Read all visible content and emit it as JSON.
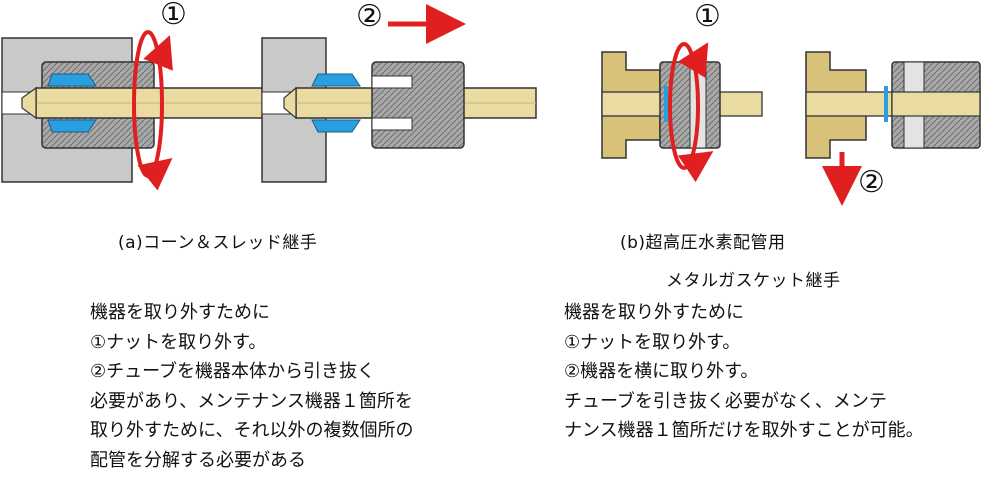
{
  "panels": {
    "a": {
      "caption": "(a)コーン＆スレッド継手",
      "step1_label": "①",
      "step2_label": "②",
      "description": [
        "機器を取り外すために",
        "①ナットを取り外す。",
        "②チューブを機器本体から引き抜く",
        "必要があり、メンテナンス機器１箇所を",
        "取り外すために、それ以外の複数個所の",
        "配管を分解する必要がある"
      ]
    },
    "b": {
      "caption_line1": "(b)超高圧水素配管用",
      "caption_line2": "メタルガスケット継手",
      "step1_label": "①",
      "step2_label": "②",
      "description": [
        "機器を取り外すために",
        "①ナットを取り外す。",
        "②機器を横に取り外す。",
        "チューブを引き抜く必要がなく、メンテ",
        "ナンス機器１箇所だけを取外すことが可能。"
      ]
    }
  },
  "colors": {
    "body_gray": "#c8c8c8",
    "nut_gray": "#9a9a9a",
    "tube_gold": "#e9d9a0",
    "fitting_gold": "#d8c27a",
    "seal_blue": "#2a9fe0",
    "arrow_red": "#e02020"
  },
  "icons": {
    "rotate_arrow": "rotate-arrow-icon",
    "move_arrow": "move-arrow-icon"
  }
}
